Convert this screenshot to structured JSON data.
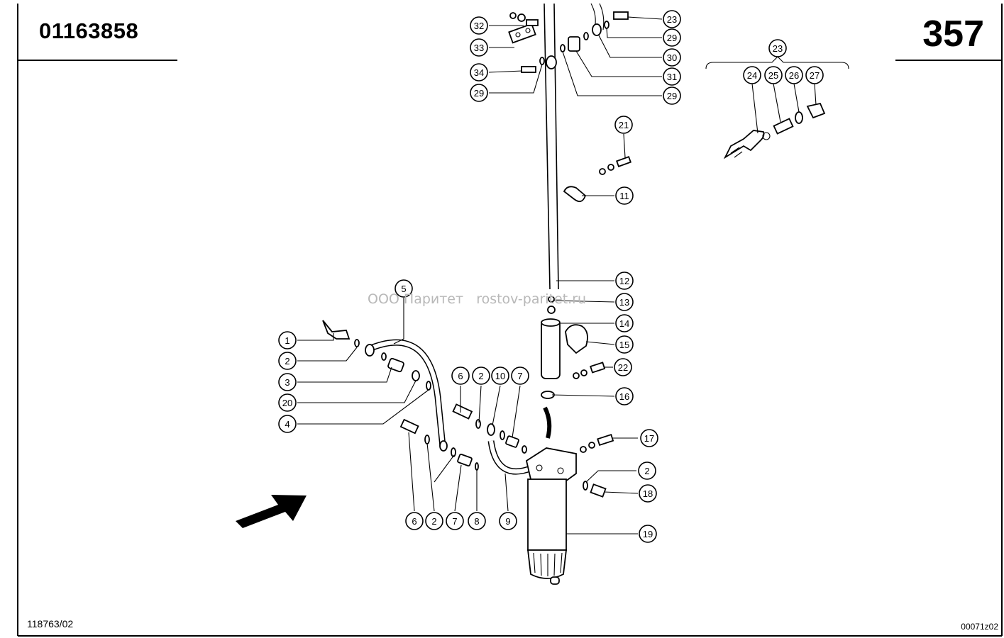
{
  "header": {
    "part_number": "01163858",
    "page_number": "357"
  },
  "footer": {
    "drawing_ref": "118763/02",
    "image_code": "00071z02"
  },
  "watermark": {
    "text": "ООО Паритет   rostov-paritet.ru"
  },
  "callouts": [
    "1",
    "2",
    "3",
    "20",
    "4",
    "5",
    "6",
    "2",
    "10",
    "7",
    "6",
    "2",
    "7",
    "8",
    "9",
    "2",
    "18",
    "19",
    "17",
    "16",
    "22",
    "15",
    "14",
    "13",
    "12",
    "11",
    "21",
    "32",
    "33",
    "34",
    "29",
    "23",
    "29",
    "30",
    "31",
    "29",
    "23",
    "24",
    "25",
    "26",
    "27"
  ],
  "icons": {
    "direction_arrow": "arrow-right-up-icon"
  }
}
